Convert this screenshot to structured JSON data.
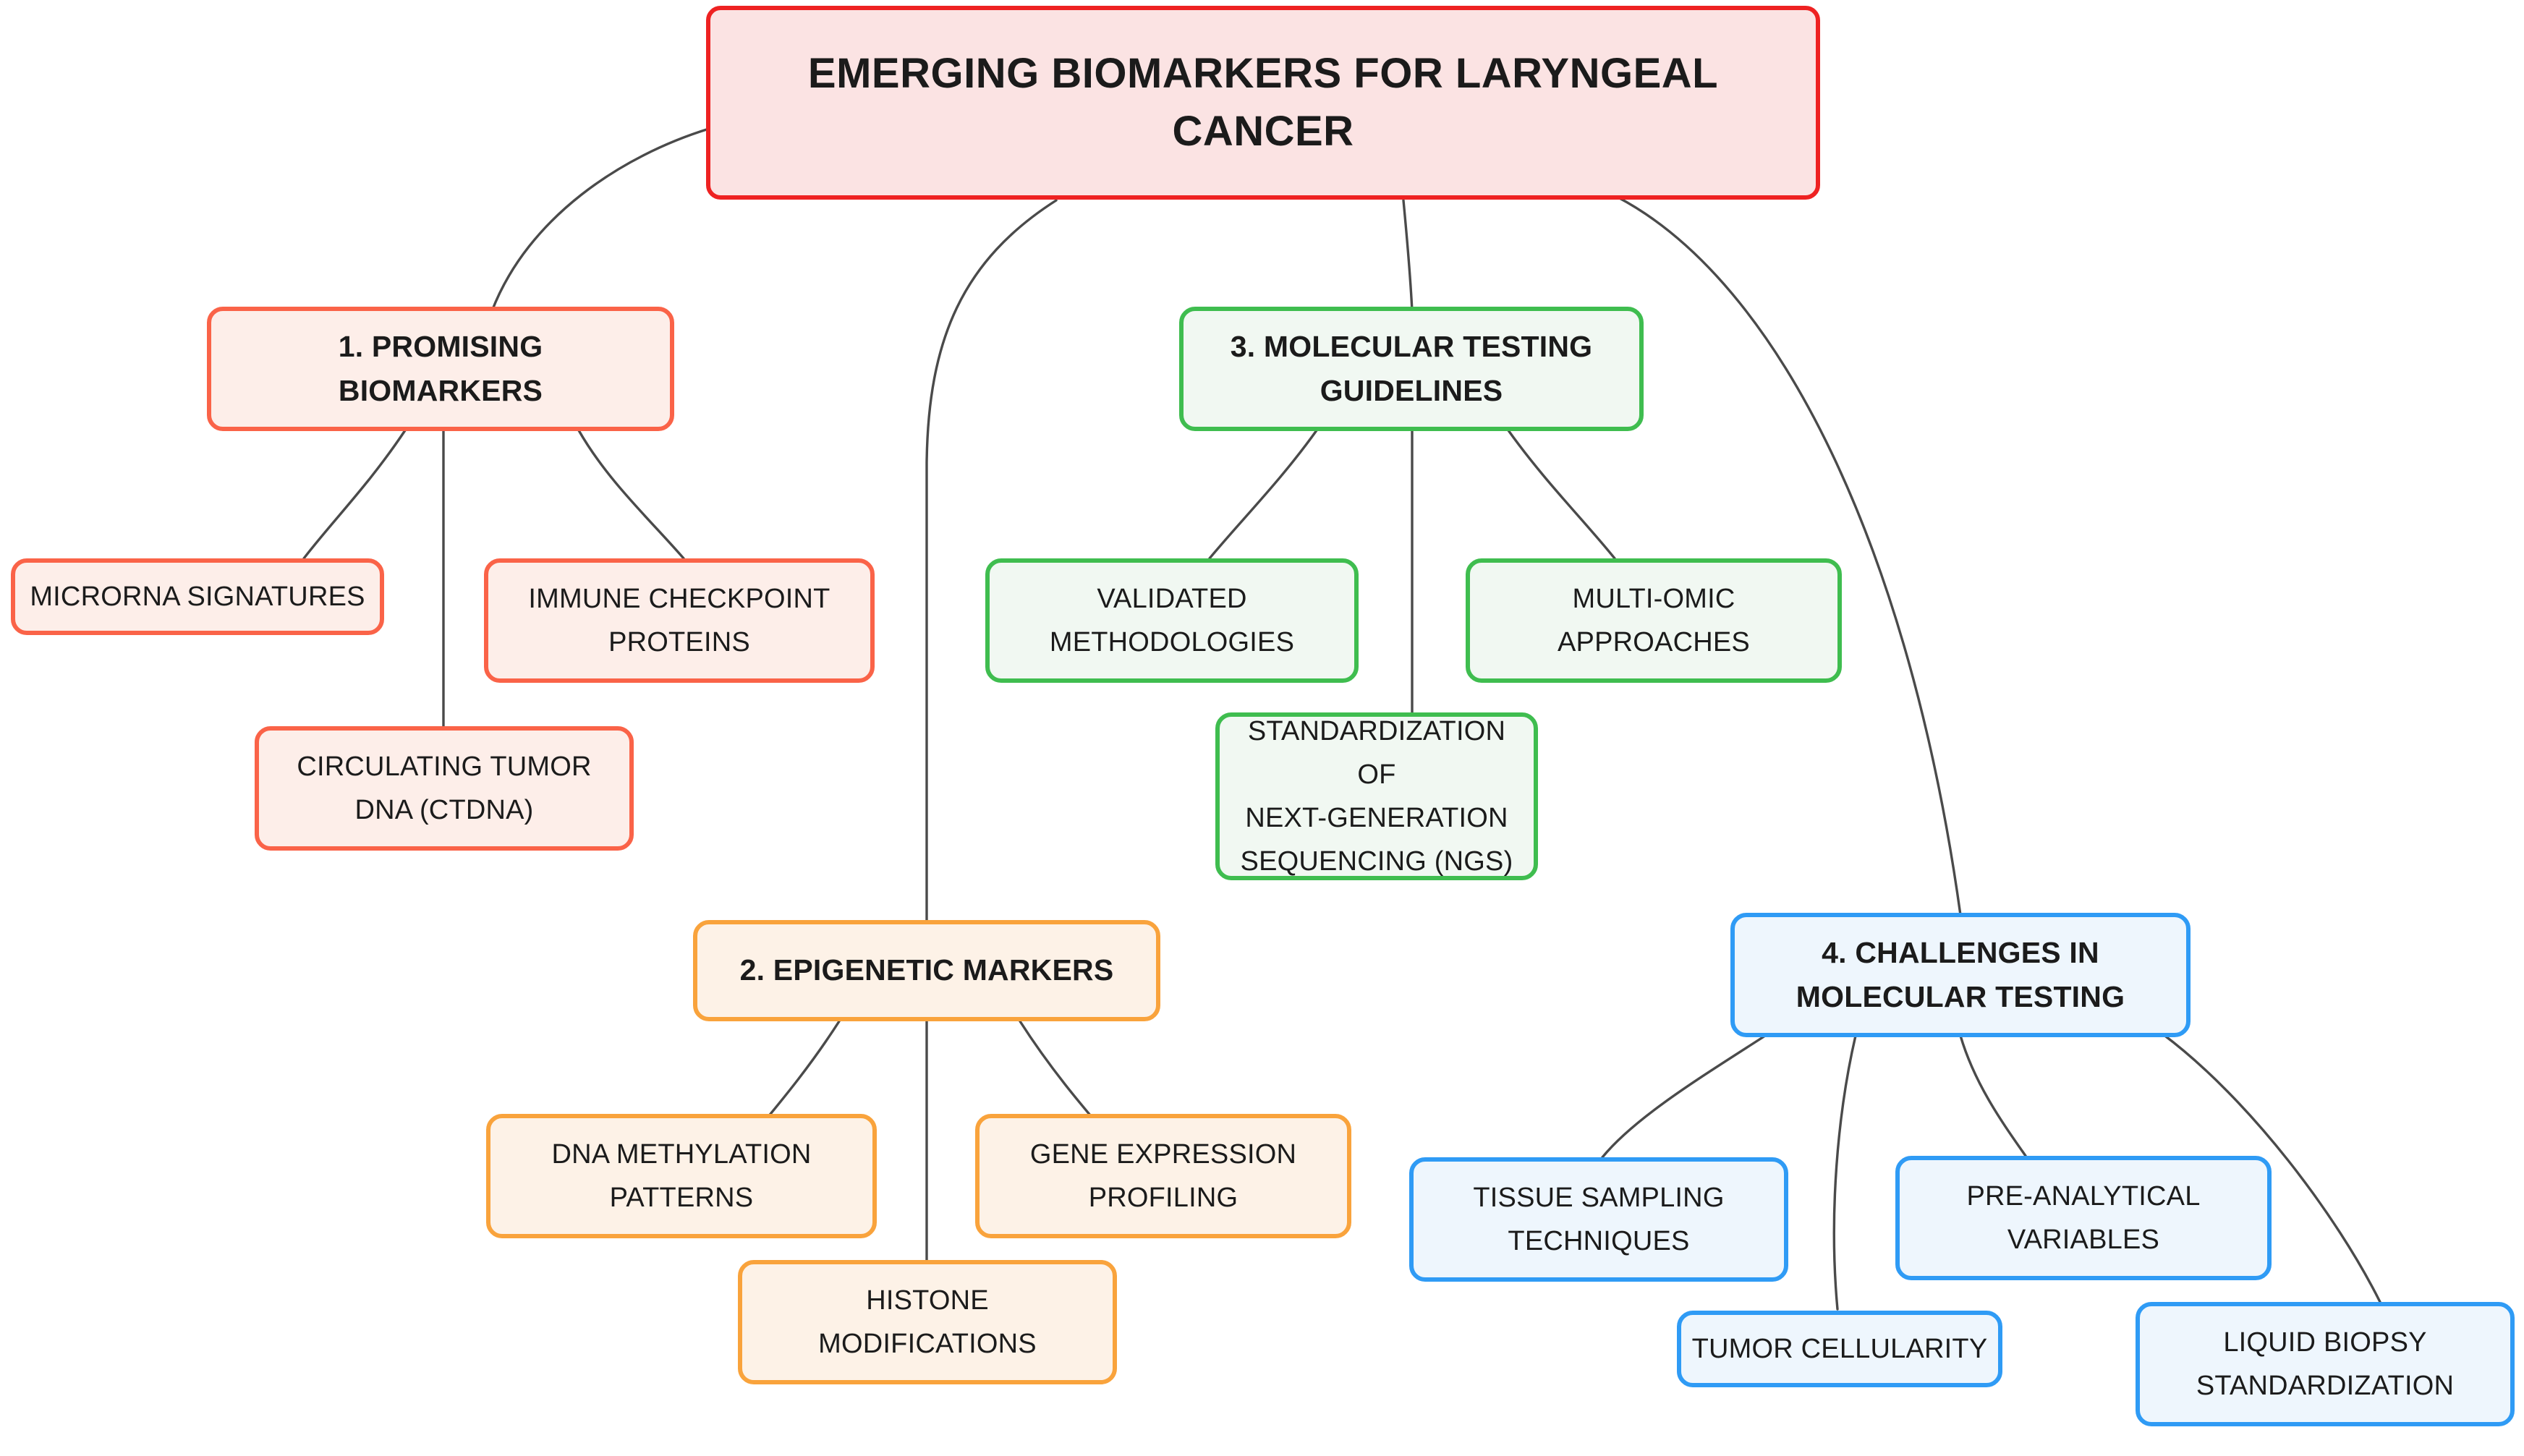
{
  "diagram": {
    "type": "mind-map",
    "title": "EMERGING BIOMARKERS FOR LARYNGEAL CANCER",
    "background": "#ffffff",
    "edge_color": "#4a4a4a"
  },
  "root": {
    "label": "EMERGING BIOMARKERS FOR LARYNGEAL CANCER",
    "border_color": "#ee2222",
    "fill_color": "#fbe3e3"
  },
  "branches": [
    {
      "id": "promising-biomarkers",
      "label": "1. PROMISING BIOMARKERS",
      "border_color": "#fa6348",
      "fill_color": "#fdeee9",
      "children": [
        {
          "id": "microrna-signatures",
          "label": "MICRORNA SIGNATURES"
        },
        {
          "id": "circulating-tumor-dna",
          "label": "CIRCULATING TUMOR DNA (CTDNA)"
        },
        {
          "id": "immune-checkpoint-proteins",
          "label": "IMMUNE CHECKPOINT PROTEINS"
        }
      ]
    },
    {
      "id": "epigenetic-markers",
      "label": "2. EPIGENETIC MARKERS",
      "border_color": "#f9a33c",
      "fill_color": "#fdf2e7",
      "children": [
        {
          "id": "dna-methylation-patterns",
          "label": "DNA METHYLATION PATTERNS"
        },
        {
          "id": "histone-modifications",
          "label": "HISTONE MODIFICATIONS"
        },
        {
          "id": "gene-expression-profiling",
          "label": "GENE EXPRESSION PROFILING"
        }
      ]
    },
    {
      "id": "molecular-testing-guidelines",
      "label": "3. MOLECULAR TESTING GUIDELINES",
      "border_color": "#3fbd4f",
      "fill_color": "#f1f8f2",
      "children": [
        {
          "id": "validated-methodologies",
          "label": "VALIDATED METHODOLOGIES"
        },
        {
          "id": "standardization-ngs",
          "label": "STANDARDIZATION OF NEXT-GENERATION SEQUENCING (NGS)"
        },
        {
          "id": "multi-omic-approaches",
          "label": "MULTI-OMIC APPROACHES"
        }
      ]
    },
    {
      "id": "challenges-molecular-testing",
      "label": "4. CHALLENGES IN MOLECULAR TESTING",
      "border_color": "#2f9bf5",
      "fill_color": "#eef6fd",
      "children": [
        {
          "id": "tissue-sampling-techniques",
          "label": "TISSUE SAMPLING TECHNIQUES"
        },
        {
          "id": "tumor-cellularity",
          "label": "TUMOR CELLULARITY"
        },
        {
          "id": "pre-analytical-variables",
          "label": "PRE-ANALYTICAL VARIABLES"
        },
        {
          "id": "liquid-biopsy-standardization",
          "label": "LIQUID BIOPSY STANDARDIZATION"
        }
      ]
    }
  ],
  "node_text": {
    "root": "EMERGING BIOMARKERS FOR LARYNGEAL\nCANCER",
    "b1": "1. PROMISING\nBIOMARKERS",
    "b1c1": "MICRORNA SIGNATURES",
    "b1c2": "CIRCULATING TUMOR\nDNA (CTDNA)",
    "b1c3": "IMMUNE CHECKPOINT\nPROTEINS",
    "b2": "2. EPIGENETIC MARKERS",
    "b2c1": "DNA METHYLATION\nPATTERNS",
    "b2c2": "HISTONE\nMODIFICATIONS",
    "b2c3": "GENE EXPRESSION\nPROFILING",
    "b3": "3. MOLECULAR TESTING\nGUIDELINES",
    "b3c1": "VALIDATED\nMETHODOLOGIES",
    "b3c2": "STANDARDIZATION OF\nNEXT-GENERATION\nSEQUENCING (NGS)",
    "b3c3": "MULTI-OMIC\nAPPROACHES",
    "b4": "4. CHALLENGES IN\nMOLECULAR TESTING",
    "b4c1": "TISSUE SAMPLING\nTECHNIQUES",
    "b4c2": "TUMOR CELLULARITY",
    "b4c3": "PRE-ANALYTICAL\nVARIABLES",
    "b4c4": "LIQUID BIOPSY\nSTANDARDIZATION"
  }
}
